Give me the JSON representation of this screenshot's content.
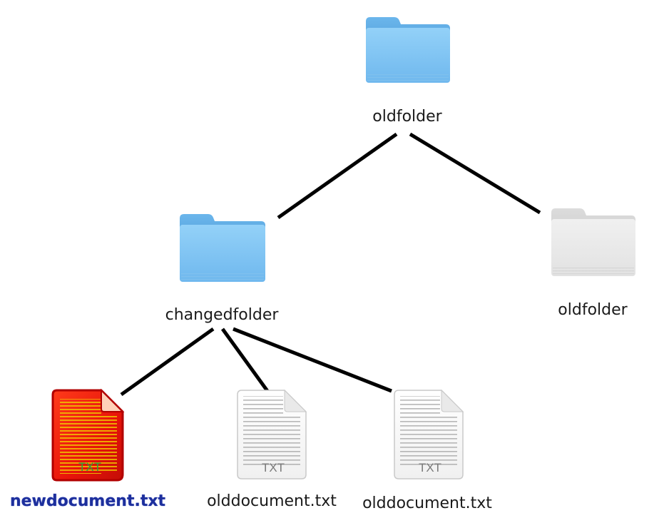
{
  "tree": {
    "root": {
      "label": "oldfolder",
      "icon": "folder-icon",
      "color": "#8cc9f5"
    },
    "branch_folder": {
      "label": "changedfolder",
      "icon": "folder-icon",
      "color": "#8cc9f5"
    },
    "ghost_folder": {
      "label": "oldfolder",
      "icon": "folder-icon",
      "color": "#e8e8e8"
    },
    "files": [
      {
        "label": "newdocument.txt",
        "icon": "txt-file-icon",
        "badge": "TXT",
        "highlighted": true,
        "color": "#e11a0c"
      },
      {
        "label": "olddocument.txt",
        "icon": "txt-file-icon",
        "badge": "TXT",
        "highlighted": false,
        "color": "#f2f2f2"
      },
      {
        "label": "olddocument.txt",
        "icon": "txt-file-icon",
        "badge": "TXT",
        "highlighted": false,
        "color": "#f2f2f2"
      }
    ]
  }
}
